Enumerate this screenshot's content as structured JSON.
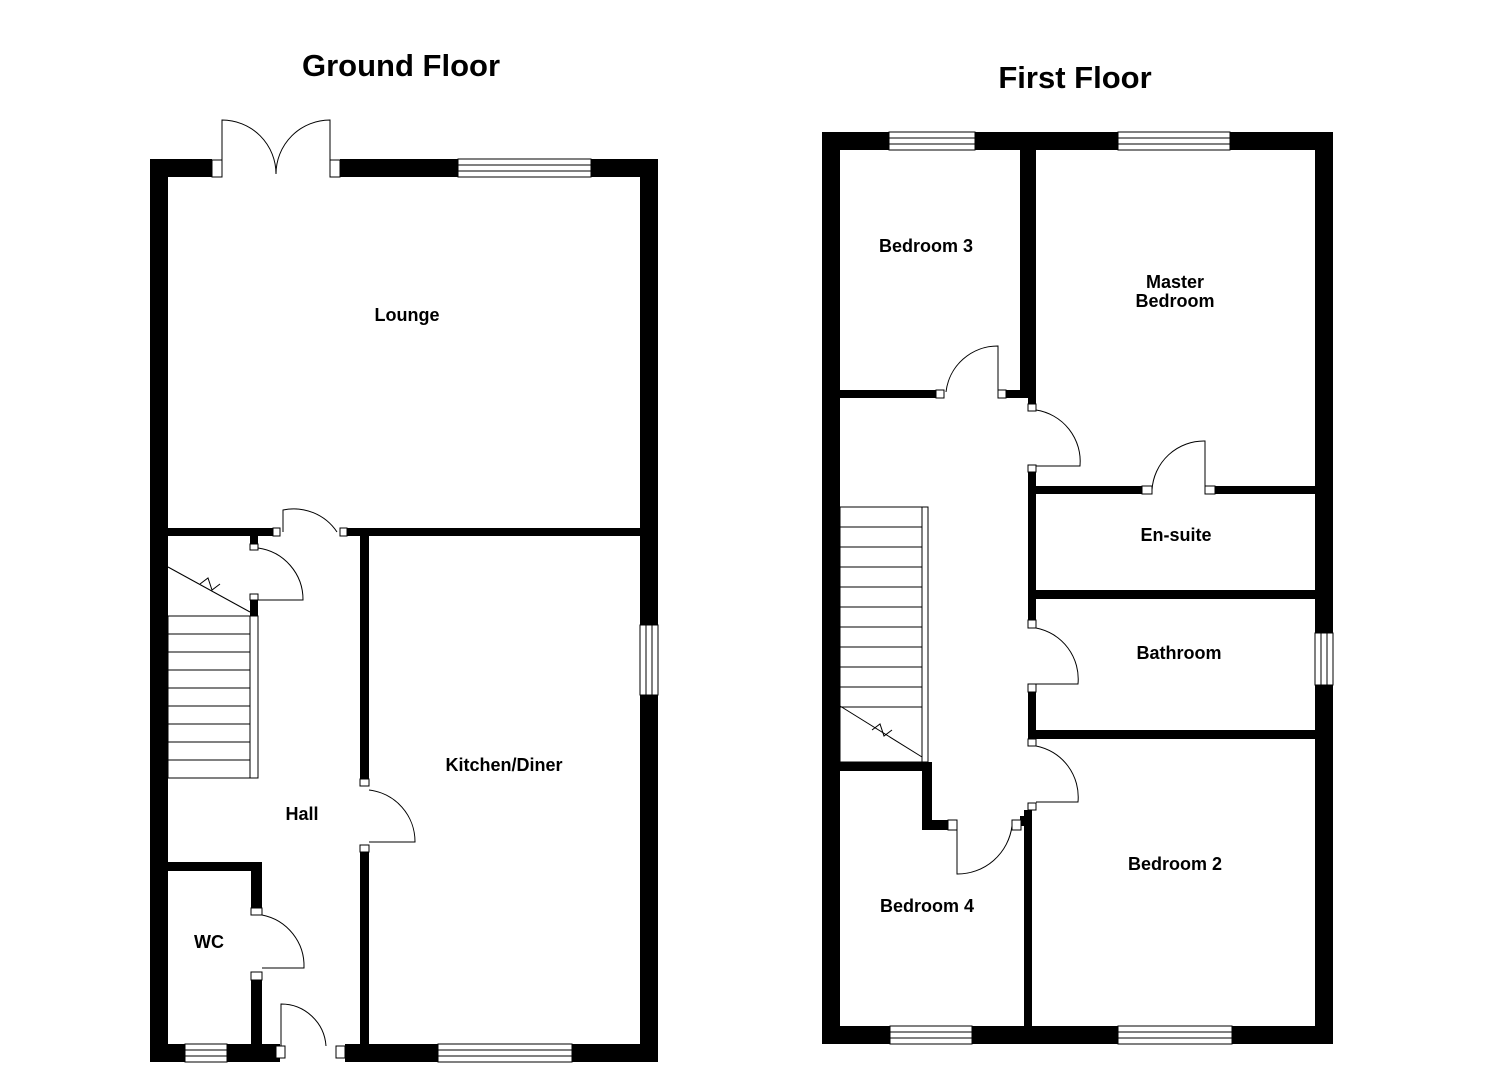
{
  "ground_floor": {
    "title": "Ground Floor",
    "rooms": {
      "lounge": "Lounge",
      "kitchen": "Kitchen/Diner",
      "hall": "Hall",
      "wc": "WC"
    }
  },
  "first_floor": {
    "title": "First Floor",
    "rooms": {
      "bedroom3": "Bedroom 3",
      "master_line1": "Master",
      "master_line2": "Bedroom",
      "ensuite": "En-suite",
      "bathroom": "Bathroom",
      "bedroom4": "Bedroom 4",
      "bedroom2": "Bedroom 2"
    }
  },
  "colors": {
    "wall": "#000000",
    "background": "#ffffff"
  }
}
